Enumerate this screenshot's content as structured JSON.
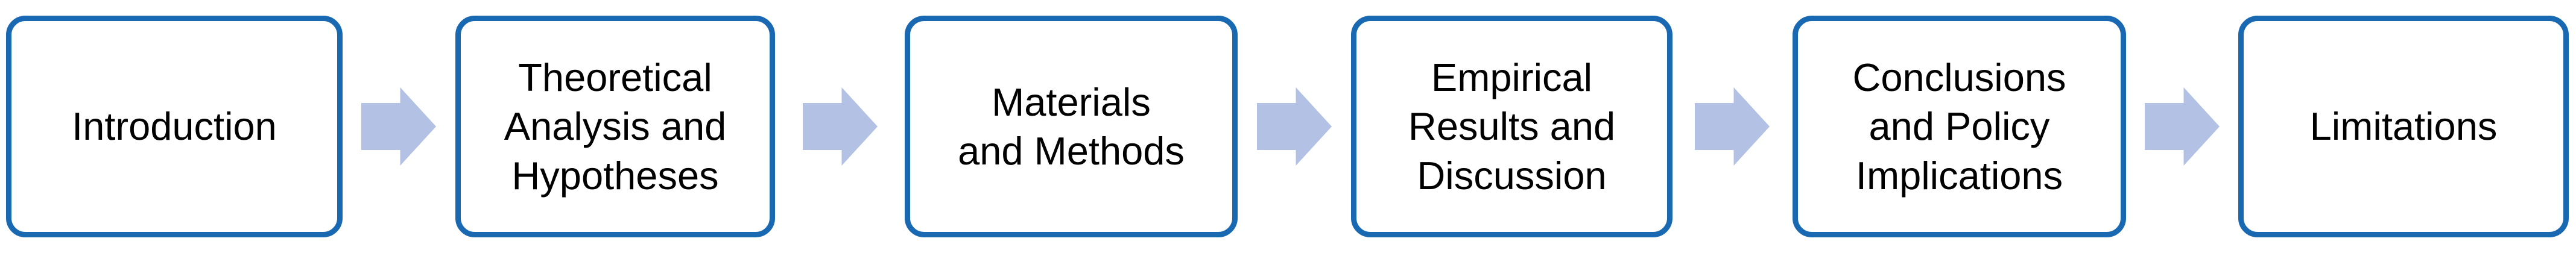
{
  "diagram": {
    "type": "horizontal-flowchart",
    "description": "Research paper structure flow diagram",
    "colors": {
      "box_border": "#1868B2",
      "box_fill": "#FFFFFF",
      "arrow_fill": "#B3C1E4",
      "text": "#000000"
    },
    "arrow_icon": "right-block-arrow",
    "steps": [
      {
        "label": "Introduction"
      },
      {
        "label": "Theoretical\nAnalysis and\nHypotheses"
      },
      {
        "label": "Materials\nand Methods"
      },
      {
        "label": "Empirical\nResults and\nDiscussion"
      },
      {
        "label": "Conclusions\nand Policy\nImplications"
      },
      {
        "label": "Limitations"
      }
    ]
  }
}
